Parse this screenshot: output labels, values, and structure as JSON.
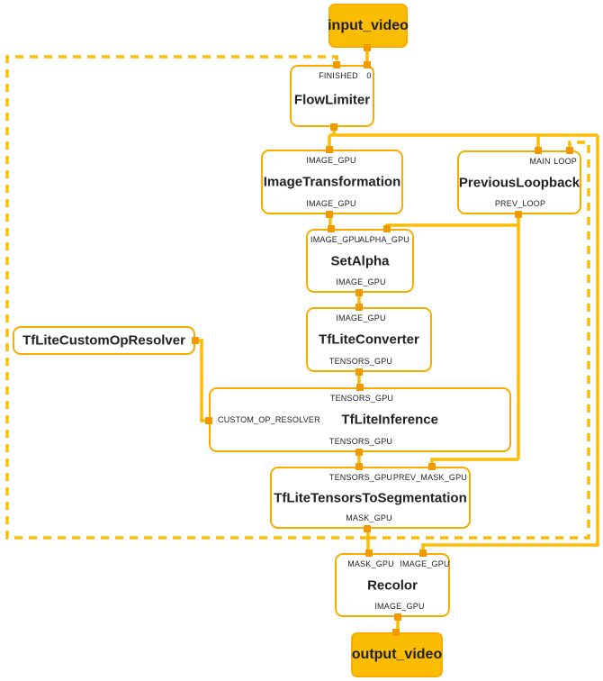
{
  "diagram": {
    "colors": {
      "edge": "#FBBC04",
      "node_border": "#F9AB00",
      "port_marker": "#F29900",
      "io_fill": "#FBBC04",
      "text": "#202124"
    },
    "input_node": {
      "title": "input_video"
    },
    "output_node": {
      "title": "output_video"
    },
    "flow_limiter": {
      "title": "FlowLimiter",
      "port_finished": "FINISHED",
      "port_zero": "0"
    },
    "image_transformation": {
      "title": "ImageTransformation",
      "port_in": "IMAGE_GPU",
      "port_out": "IMAGE_GPU"
    },
    "previous_loopback": {
      "title": "PreviousLoopback",
      "port_main": "MAIN",
      "port_loop": "LOOP",
      "port_out": "PREV_LOOP"
    },
    "set_alpha": {
      "title": "SetAlpha",
      "port_image": "IMAGE_GPU",
      "port_alpha": "ALPHA_GPU",
      "port_out": "IMAGE_GPU"
    },
    "custom_op_resolver": {
      "title": "TfLiteCustomOpResolver"
    },
    "tflite_converter": {
      "title": "TfLiteConverter",
      "port_in": "IMAGE_GPU",
      "port_out": "TENSORS_GPU"
    },
    "tflite_inference": {
      "title": "TfLiteInference",
      "port_in": "TENSORS_GPU",
      "port_resolver": "CUSTOM_OP_RESOLVER",
      "port_out": "TENSORS_GPU"
    },
    "tensors_to_segmentation": {
      "title": "TfLiteTensorsToSegmentation",
      "port_tensors": "TENSORS_GPU",
      "port_prev_mask": "PREV_MASK_GPU",
      "port_out": "MASK_GPU"
    },
    "recolor": {
      "title": "Recolor",
      "port_mask": "MASK_GPU",
      "port_image": "IMAGE_GPU",
      "port_out": "IMAGE_GPU"
    }
  }
}
